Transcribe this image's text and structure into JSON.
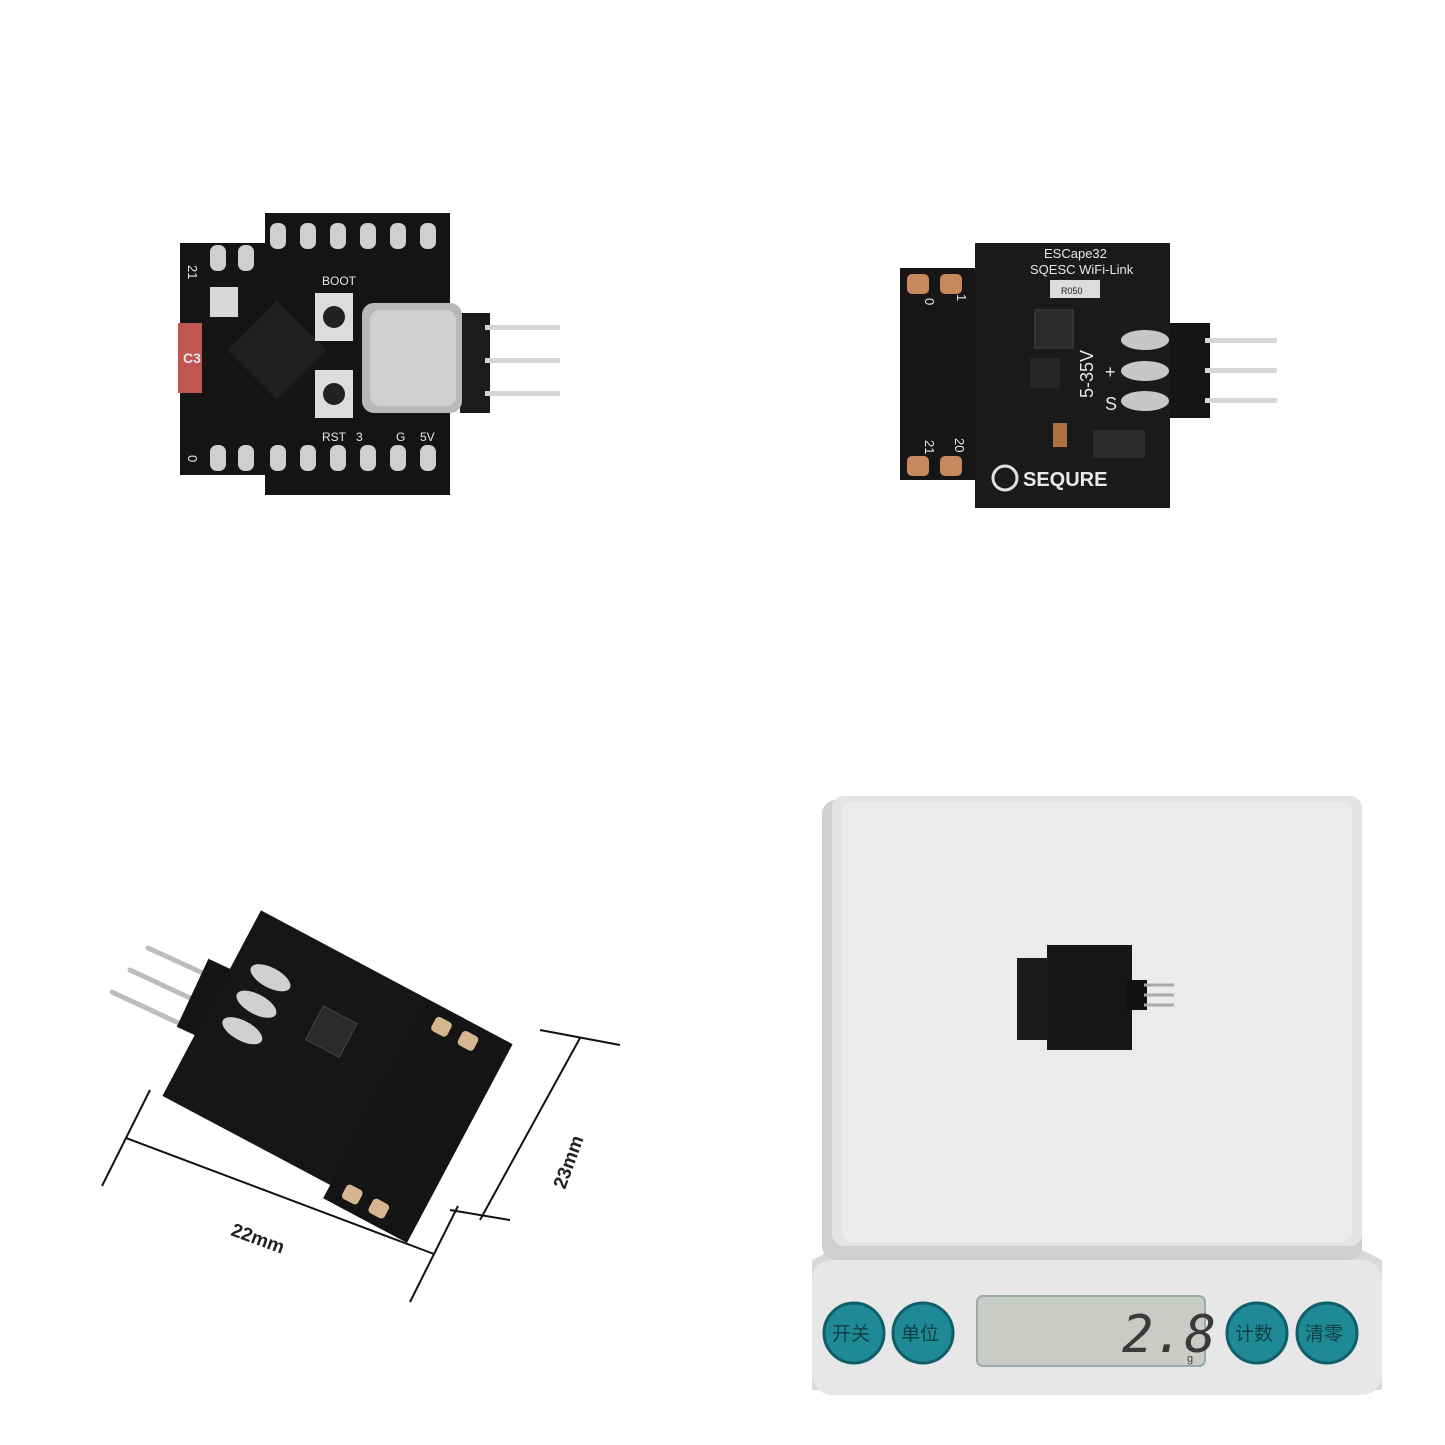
{
  "panels": {
    "top_left": {
      "silkscreen": {
        "pin_21": "21",
        "pin_0": "0",
        "boot": "BOOT",
        "rst": "RST",
        "pin_3": "3",
        "g": "G",
        "5v": "5V",
        "chip_mark": "C3"
      }
    },
    "top_right": {
      "silkscreen": {
        "title_line1": "ESCape32",
        "title_line2": "SQESC WiFi-Link",
        "resistor": "R050",
        "voltage": "5-35V",
        "plus": "+",
        "signal": "S",
        "pin_0": "0",
        "pin_1": "1",
        "pin_21": "21",
        "pin_20": "20",
        "brand": "SEQURE"
      }
    },
    "bottom_left": {
      "dimensions": {
        "width_label": "22mm",
        "height_label": "23mm"
      }
    },
    "bottom_right": {
      "scale": {
        "display_value": "2.8",
        "display_unit": "g",
        "buttons": [
          "开关",
          "单位",
          "计数",
          "清零"
        ]
      }
    }
  }
}
